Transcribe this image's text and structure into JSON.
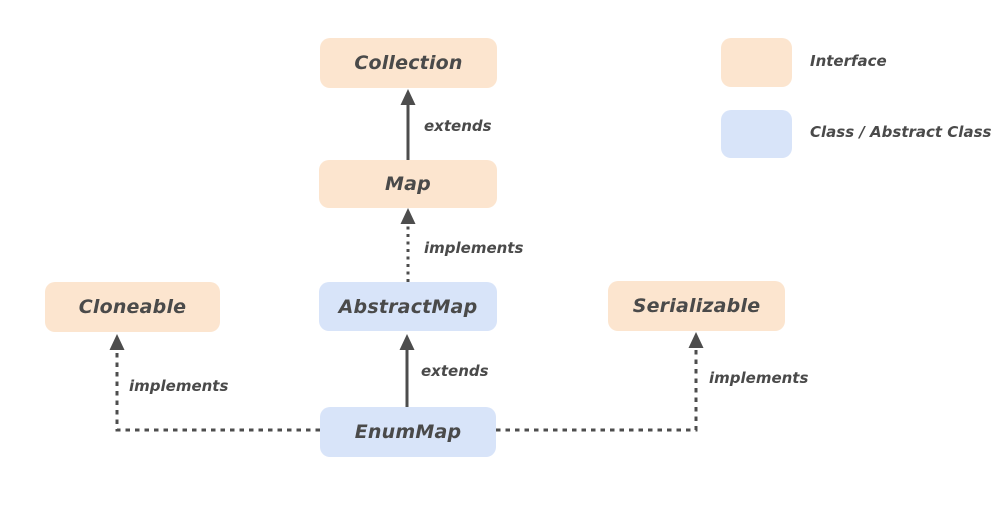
{
  "colors": {
    "interface_fill": "#fce5cf",
    "class_fill": "#d8e4f9",
    "text_color": "#4a4a4a",
    "line_color": "#4d4d4d",
    "background": "#ffffff"
  },
  "diagram": {
    "type": "class-hierarchy",
    "nodes": {
      "collection": {
        "label": "Collection",
        "type": "interface"
      },
      "map": {
        "label": "Map",
        "type": "interface"
      },
      "abstractmap": {
        "label": "AbstractMap",
        "type": "class"
      },
      "enummap": {
        "label": "EnumMap",
        "type": "class"
      },
      "cloneable": {
        "label": "Cloneable",
        "type": "interface"
      },
      "serializable": {
        "label": "Serializable",
        "type": "interface"
      }
    },
    "edges": {
      "map_extends_collection": {
        "from": "Map",
        "to": "Collection",
        "label": "extends",
        "style": "solid"
      },
      "abstractmap_implements_map": {
        "from": "AbstractMap",
        "to": "Map",
        "label": "implements",
        "style": "dashed"
      },
      "enummap_extends_abstractmap": {
        "from": "EnumMap",
        "to": "AbstractMap",
        "label": "extends",
        "style": "solid"
      },
      "enummap_implements_cloneable": {
        "from": "EnumMap",
        "to": "Cloneable",
        "label": "implements",
        "style": "dashed"
      },
      "enummap_implements_serializable": {
        "from": "EnumMap",
        "to": "Serializable",
        "label": "implements",
        "style": "dashed"
      }
    },
    "legend": {
      "interface_label": "Interface",
      "class_label": "Class / Abstract Class"
    }
  }
}
